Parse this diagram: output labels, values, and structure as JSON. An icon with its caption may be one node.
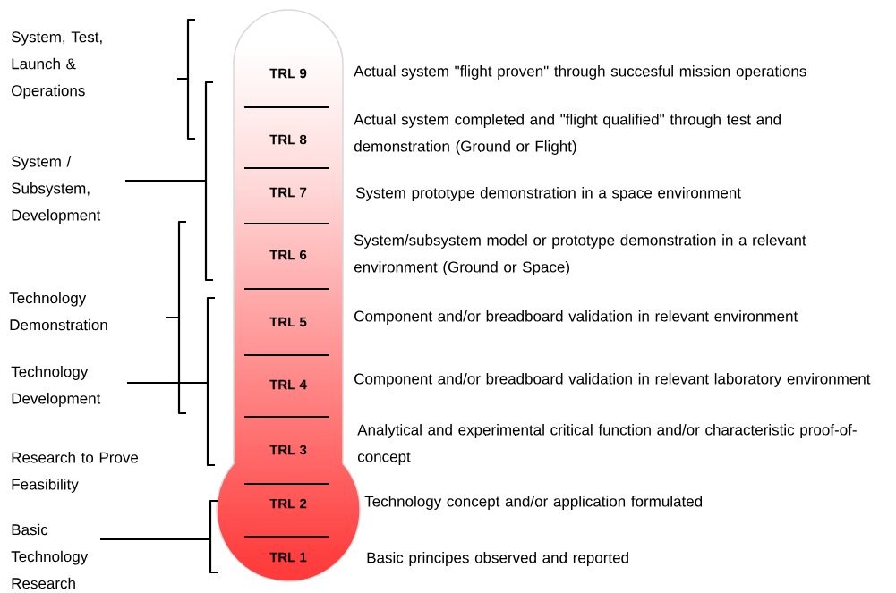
{
  "diagram": {
    "nodes": [
      {
        "text": [
          "TRL 9"
        ],
        "beside": [
          "Actual system \"flight proven\" through succesful mission operations"
        ]
      },
      {
        "text": [
          "TRL 8"
        ],
        "beside": [
          "Actual system completed and \"flight qualified\" through test and demonstration (Ground or Flight)"
        ]
      },
      {
        "text": [
          "TRL 7"
        ],
        "beside": [
          "System prototype demonstration in a space environment"
        ]
      },
      {
        "text": [
          "TRL 6"
        ],
        "beside": [
          "System/subsystem model or prototype demonstration in a relevant environment (Ground or Space)"
        ]
      },
      {
        "text": [
          "TRL 5"
        ],
        "beside": [
          "Component and/or breadboard validation in relevant environment"
        ]
      },
      {
        "text": [
          "TRL 4"
        ],
        "beside": [
          "Component and/or breadboard validation in relevant laboratory environment"
        ]
      },
      {
        "text": [
          "TRL 3"
        ],
        "beside": [
          "Analytical and experimental critical function and/or characteristic proof-of-concept"
        ]
      },
      {
        "text": [
          "TRL 2"
        ],
        "beside": [
          "Technology concept and/or application formulated"
        ]
      },
      {
        "text": [
          "TRL 1"
        ],
        "beside": [
          "Basic principes observed and reported"
        ]
      }
    ],
    "labels": [
      "System, Test, Launch & Operations",
      "System / Subsystem, Development",
      "Technology Demonstration",
      "Technology Development",
      "Research to Prove Feasibility",
      "Basic Technology Research"
    ]
  }
}
